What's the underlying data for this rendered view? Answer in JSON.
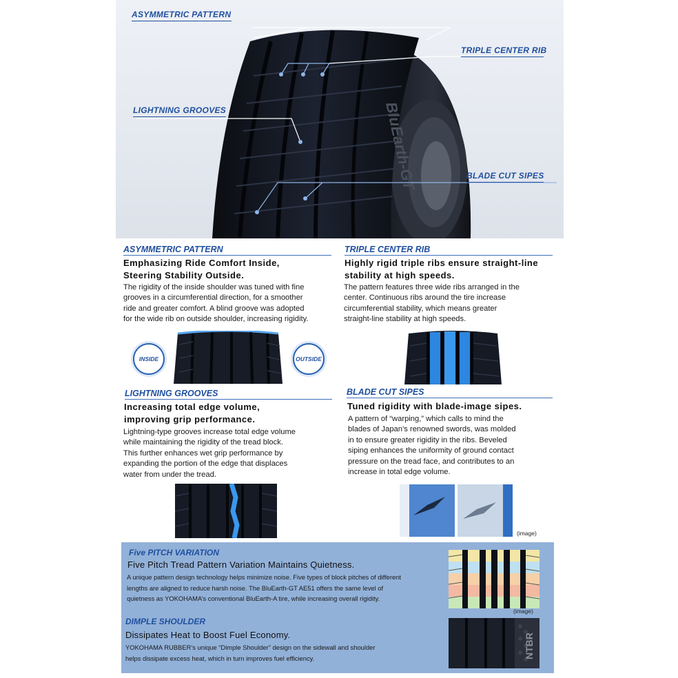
{
  "callouts": {
    "asymmetric": "ASYMMETRIC PATTERN",
    "triple": "TRIPLE CENTER RIB",
    "lightning": "LIGHTNING GROOVES",
    "blade": "BLADE CUT SIPES"
  },
  "sections": {
    "asymmetric": {
      "title": "ASYMMETRIC PATTERN",
      "headline_1": "Emphasizing Ride Comfort Inside,",
      "headline_2": "Steering Stability Outside.",
      "body_1": "The rigidity of the inside shoulder was tuned with fine",
      "body_2": "grooves in a circumferential direction, for a smoother",
      "body_3": "ride and greater comfort. A blind groove was adopted",
      "body_4": "for the wide rib on outside shoulder, increasing rigidity.",
      "inside_label": "INSIDE",
      "outside_label": "OUTSIDE"
    },
    "triple": {
      "title": "TRIPLE CENTER RIB",
      "headline_1": "Highly rigid triple ribs ensure straight-line",
      "headline_2": "stability at high speeds.",
      "body_1": "The pattern features three wide ribs arranged in the",
      "body_2": "center. Continuous ribs around the tire increase",
      "body_3": "circumferential stability, which means greater",
      "body_4": "straight-line stability at high speeds."
    },
    "lightning": {
      "title": "LIGHTNING GROOVES",
      "headline_1": "Increasing total edge volume,",
      "headline_2": "improving grip performance.",
      "body_1": "Lightning-type grooves increase total edge volume",
      "body_2": "while maintaining the rigidity of the tread block.",
      "body_3": "This further enhances wet grip performance by",
      "body_4": "expanding the portion of the edge that displaces",
      "body_5": "water from under the tread."
    },
    "blade": {
      "title": "BLADE CUT SIPES",
      "headline_1": "Tuned rigidity with blade-image sipes.",
      "body_1": "A pattern of “warping,” which calls to mind the",
      "body_2": "blades of Japan’s renowned swords, was molded",
      "body_3": "in to ensure greater rigidity in the ribs. Beveled",
      "body_4": "siping enhances the uniformity of ground contact",
      "body_5": "pressure on the tread face, and contributes to an",
      "body_6": "increase in total edge volume.",
      "caption": "(image)"
    }
  },
  "panel": {
    "pitch": {
      "title": "Five PITCH VARIATION",
      "headline": "Five Pitch Tread Pattern Variation Maintains Quietness.",
      "body_1": "A unique pattern design technology helps minimize noise. Five types of block pitches of different",
      "body_2": "lengths are aligned to reduce harsh noise. The BluEarth-GT AE51 offers the same level of",
      "body_3": "quietness as YOKOHAMA’s conventional BluEarth-A tire, while increasing overall rigidity.",
      "caption": "(image)"
    },
    "dimple": {
      "title": "DIMPLE SHOULDER",
      "headline": "Dissipates Heat to Boost Fuel Economy.",
      "body_1": "YOKOHAMA RUBBER’s unique “Dimple Shoulder” design on the sidewall and shoulder",
      "body_2": "helps dissipate excess heat, which in turn improves fuel efficiency."
    }
  },
  "colors": {
    "accent": "#1f4f9e",
    "panel": "#92b1d8",
    "rib_blue": "#2d86e0"
  }
}
